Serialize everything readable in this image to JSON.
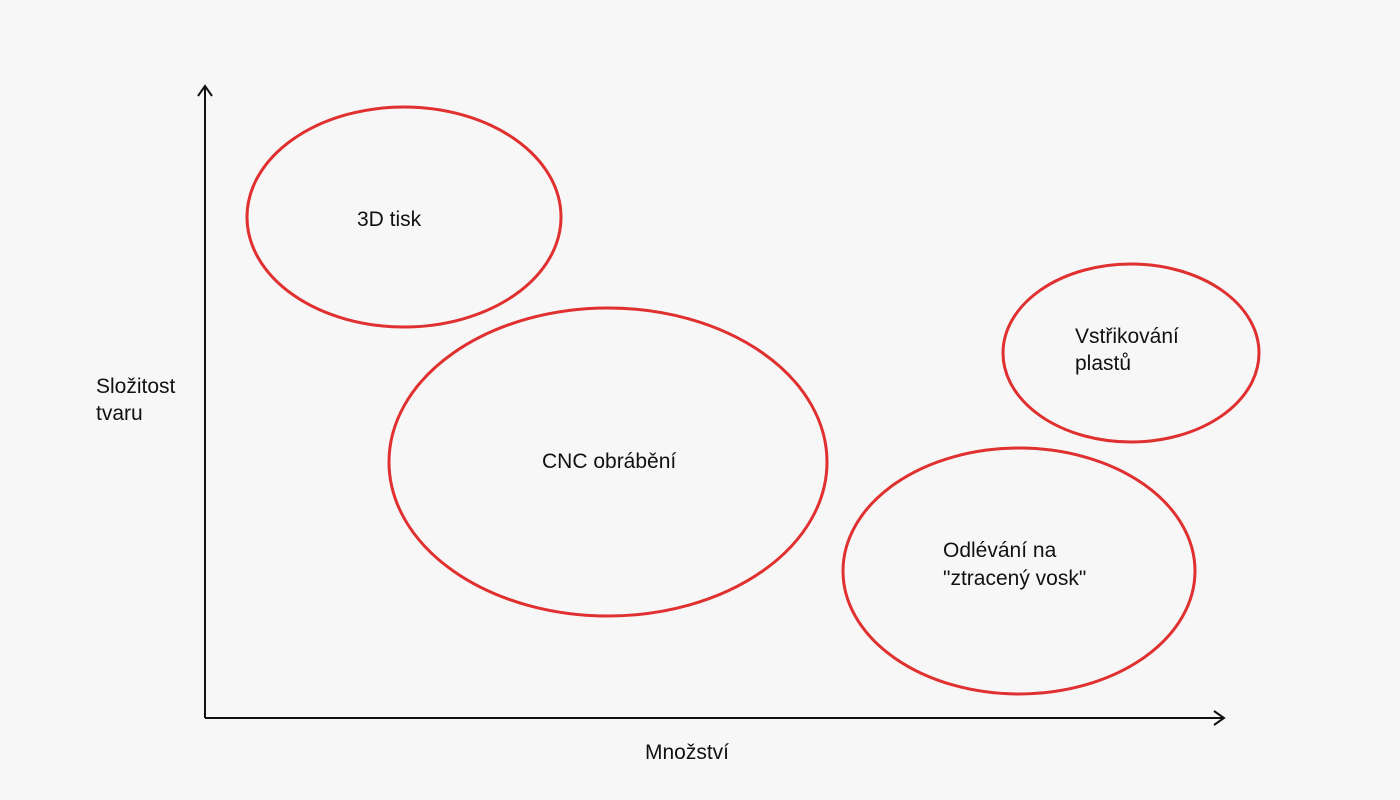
{
  "diagram": {
    "axes": {
      "y_label_lines": [
        "Složitost",
        "tvaru"
      ],
      "x_label": "Množství",
      "color": "#111111"
    },
    "regions": [
      {
        "id": "3d-tisk",
        "lines": [
          "3D tisk"
        ]
      },
      {
        "id": "cnc",
        "lines": [
          "CNC obrábění"
        ]
      },
      {
        "id": "vstrikovani",
        "lines": [
          "Vstřikování",
          "plastů"
        ]
      },
      {
        "id": "odlevani",
        "lines": [
          "Odlévání na",
          "\"ztracený vosk\""
        ]
      }
    ],
    "ellipse_color": "#e03030",
    "background": "#f7f7f7"
  }
}
